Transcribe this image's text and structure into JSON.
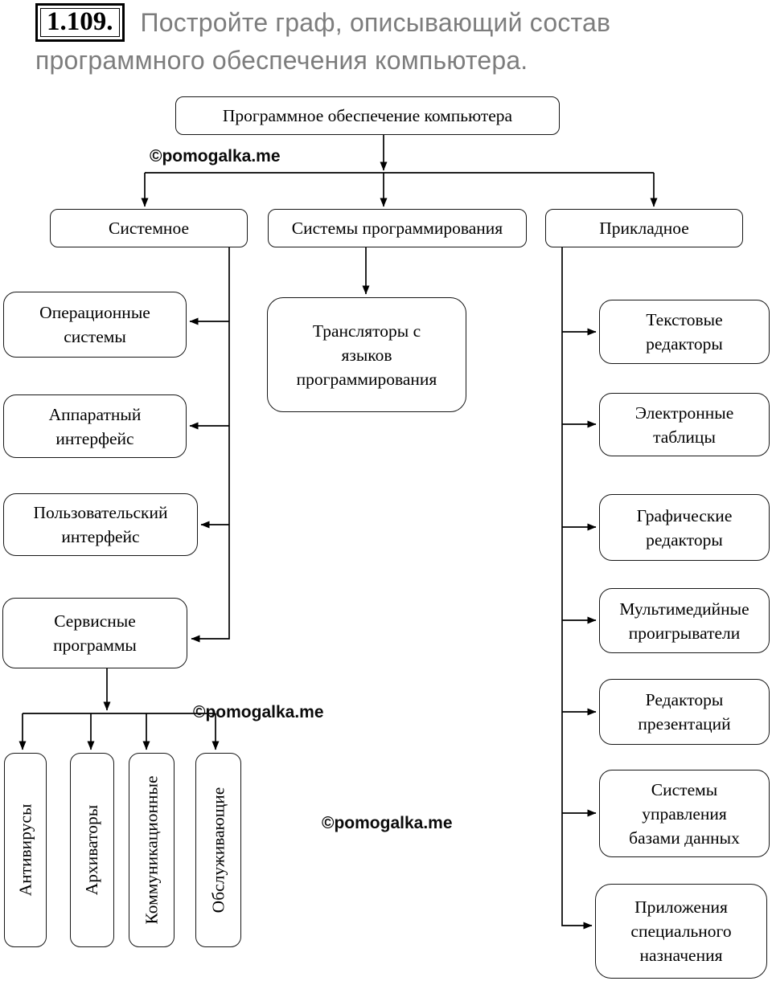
{
  "task": {
    "number": "1.109.",
    "text_lines": [
      "Постройте граф, описывающий состав",
      "программного обеспечения компьютера."
    ]
  },
  "watermark": "©pomogalka.me",
  "colors": {
    "line": "#000000",
    "box_border": "#161616",
    "task_text": "#7d7d7d",
    "background": "#ffffff"
  },
  "diagram": {
    "root": "Программное обеспечение компьютера",
    "branches": [
      {
        "label": "Системное",
        "children": [
          {
            "lines": [
              "Операционные",
              "системы"
            ]
          },
          {
            "lines": [
              "Аппаратный",
              "интерфейс"
            ]
          },
          {
            "lines": [
              "Пользовательский",
              "интерфейс"
            ]
          },
          {
            "lines": [
              "Сервисные",
              "программы"
            ],
            "children": [
              {
                "lines": [
                  "Антивирусы"
                ]
              },
              {
                "lines": [
                  "Архиваторы"
                ]
              },
              {
                "lines": [
                  "Коммуникационные"
                ]
              },
              {
                "lines": [
                  "Обслуживающие"
                ]
              }
            ]
          }
        ]
      },
      {
        "label": "Системы программирования",
        "children": [
          {
            "lines": [
              "Трансляторы с",
              "языков",
              "программирования"
            ]
          }
        ]
      },
      {
        "label": "Прикладное",
        "children": [
          {
            "lines": [
              "Текстовые",
              "редакторы"
            ]
          },
          {
            "lines": [
              "Электронные",
              "таблицы"
            ]
          },
          {
            "lines": [
              "Графические",
              "редакторы"
            ]
          },
          {
            "lines": [
              "Мультимедийные",
              "проигрыватели"
            ]
          },
          {
            "lines": [
              "Редакторы",
              "презентаций"
            ]
          },
          {
            "lines": [
              "Системы",
              "управления",
              "базами данных"
            ]
          },
          {
            "lines": [
              "Приложения",
              "специального",
              "назначения"
            ]
          }
        ]
      }
    ]
  }
}
